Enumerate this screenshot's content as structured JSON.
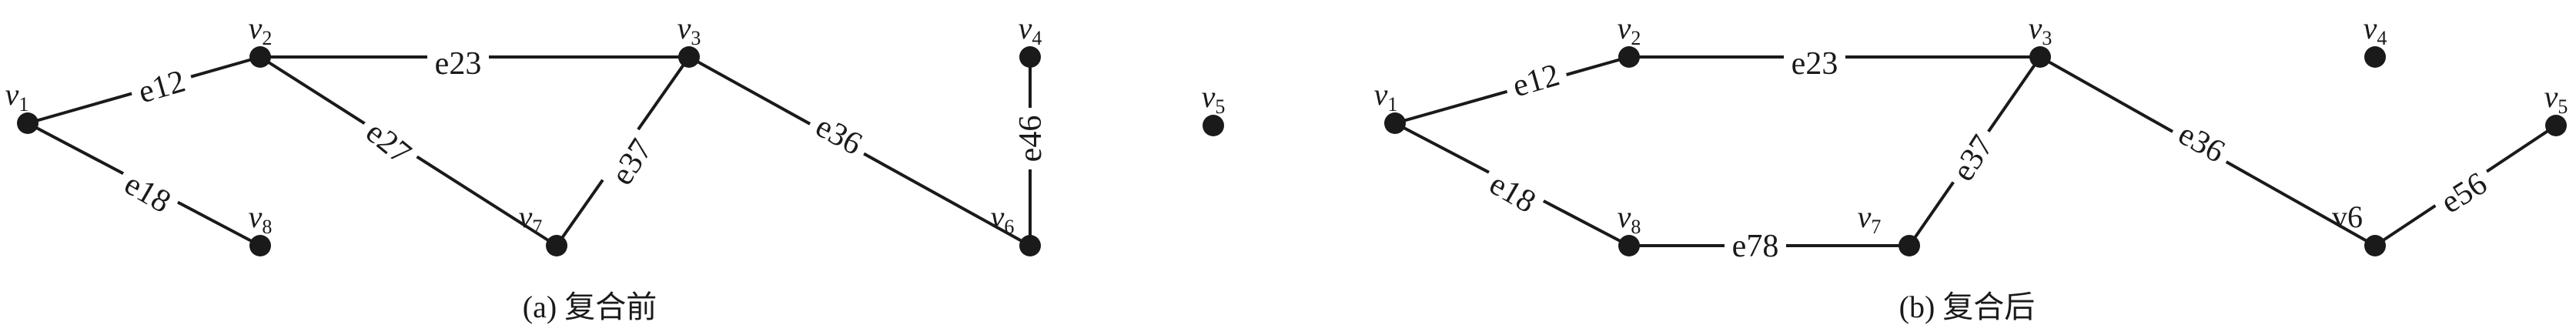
{
  "panels": [
    {
      "caption": "(a) 复合前",
      "nodes": [
        {
          "id": "v1",
          "label": "v",
          "sub": "1"
        },
        {
          "id": "v2",
          "label": "v",
          "sub": "2"
        },
        {
          "id": "v3",
          "label": "v",
          "sub": "3"
        },
        {
          "id": "v4",
          "label": "v",
          "sub": "4"
        },
        {
          "id": "v5",
          "label": "v",
          "sub": "5"
        },
        {
          "id": "v6",
          "label": "v",
          "sub": "6"
        },
        {
          "id": "v7",
          "label": "v",
          "sub": "7"
        },
        {
          "id": "v8",
          "label": "v",
          "sub": "8"
        }
      ],
      "edges": [
        {
          "from": "v1",
          "to": "v2",
          "label": "e12"
        },
        {
          "from": "v1",
          "to": "v8",
          "label": "e18"
        },
        {
          "from": "v2",
          "to": "v3",
          "label": "e23"
        },
        {
          "from": "v2",
          "to": "v7",
          "label": "e27"
        },
        {
          "from": "v3",
          "to": "v7",
          "label": "e37"
        },
        {
          "from": "v3",
          "to": "v6",
          "label": "e36"
        },
        {
          "from": "v4",
          "to": "v6",
          "label": "e46"
        }
      ]
    },
    {
      "caption": "(b) 复合后",
      "nodes": [
        {
          "id": "v1",
          "label": "v",
          "sub": "1"
        },
        {
          "id": "v2",
          "label": "v",
          "sub": "2"
        },
        {
          "id": "v3",
          "label": "v",
          "sub": "3"
        },
        {
          "id": "v4",
          "label": "v",
          "sub": "4"
        },
        {
          "id": "v5",
          "label": "v",
          "sub": "5"
        },
        {
          "id": "v6",
          "label": "v6",
          "sub": ""
        },
        {
          "id": "v7",
          "label": "v",
          "sub": "7"
        },
        {
          "id": "v8",
          "label": "v",
          "sub": "8"
        }
      ],
      "edges": [
        {
          "from": "v1",
          "to": "v2",
          "label": "e12"
        },
        {
          "from": "v1",
          "to": "v8",
          "label": "e18"
        },
        {
          "from": "v2",
          "to": "v3",
          "label": "e23"
        },
        {
          "from": "v3",
          "to": "v7",
          "label": "e37"
        },
        {
          "from": "v3",
          "to": "v6",
          "label": "e36"
        },
        {
          "from": "v8",
          "to": "v7",
          "label": "e78"
        },
        {
          "from": "v6",
          "to": "v5",
          "label": "e56"
        }
      ]
    }
  ]
}
